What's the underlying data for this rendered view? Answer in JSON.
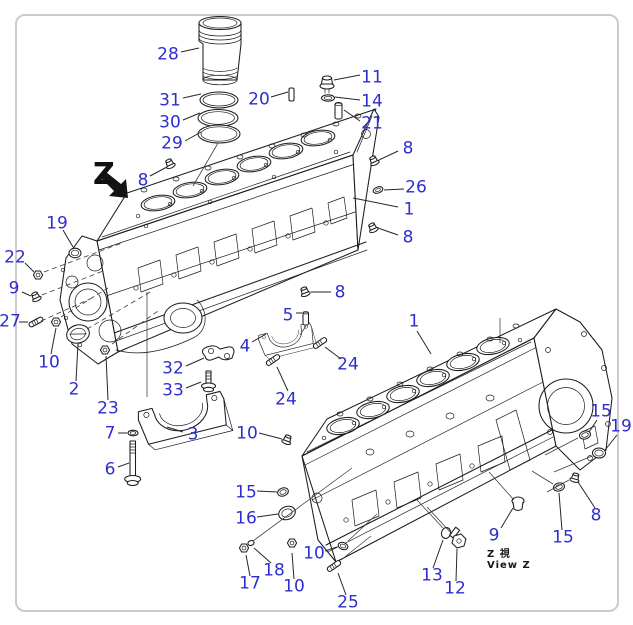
{
  "page": {
    "background": "#ffffff",
    "frame_color": "#cbcbcb"
  },
  "diagram": {
    "type": "exploded-parts-diagram",
    "callout_color": "#2e2ed0",
    "line_color": "#1c1c22",
    "view_marker": {
      "letter": "Z"
    },
    "view_caption": {
      "line1": "Z 視",
      "line2": "View Z"
    },
    "callouts": [
      {
        "part": "28"
      },
      {
        "part": "31"
      },
      {
        "part": "30"
      },
      {
        "part": "29"
      },
      {
        "part": "20"
      },
      {
        "part": "11"
      },
      {
        "part": "14"
      },
      {
        "part": "21"
      },
      {
        "part": "8"
      },
      {
        "part": "8"
      },
      {
        "part": "26"
      },
      {
        "part": "1"
      },
      {
        "part": "8"
      },
      {
        "part": "8"
      },
      {
        "part": "19"
      },
      {
        "part": "22"
      },
      {
        "part": "9"
      },
      {
        "part": "27"
      },
      {
        "part": "10"
      },
      {
        "part": "2"
      },
      {
        "part": "23"
      },
      {
        "part": "32"
      },
      {
        "part": "33"
      },
      {
        "part": "4"
      },
      {
        "part": "5"
      },
      {
        "part": "24"
      },
      {
        "part": "24"
      },
      {
        "part": "10"
      },
      {
        "part": "7"
      },
      {
        "part": "6"
      },
      {
        "part": "3"
      },
      {
        "part": "15"
      },
      {
        "part": "16"
      },
      {
        "part": "17"
      },
      {
        "part": "18"
      },
      {
        "part": "10"
      },
      {
        "part": "10"
      },
      {
        "part": "25"
      },
      {
        "part": "13"
      },
      {
        "part": "12"
      },
      {
        "part": "9"
      },
      {
        "part": "15"
      },
      {
        "part": "8"
      },
      {
        "part": "15"
      },
      {
        "part": "19"
      },
      {
        "part": "1"
      }
    ]
  }
}
